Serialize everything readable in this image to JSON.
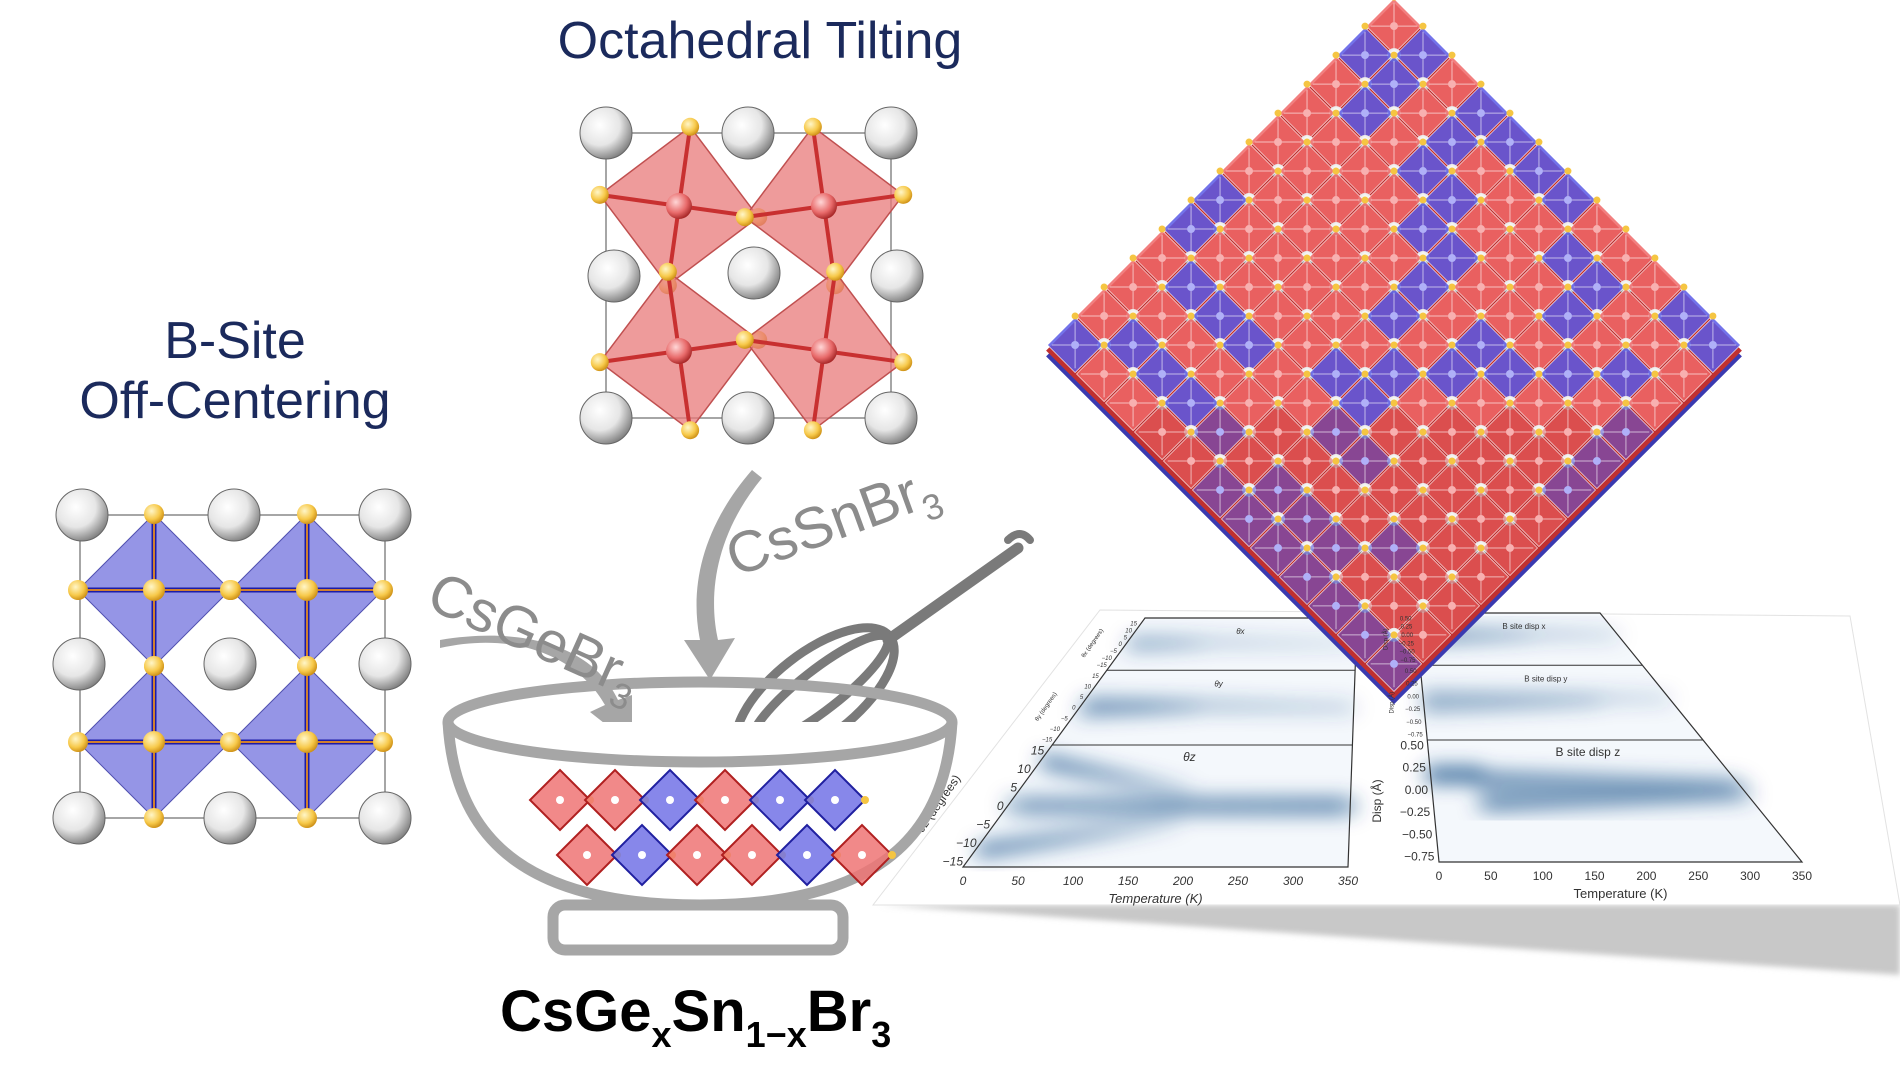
{
  "titles": {
    "octahedral_tilting": "Octahedral Tilting",
    "b_site_line1": "B-Site",
    "b_site_line2": "Off-Centering"
  },
  "precursors": {
    "ge": {
      "base": "CsGeBr",
      "sub": "3"
    },
    "sn": {
      "base": "CsSnBr",
      "sub": "3"
    }
  },
  "formula": {
    "p1": "CsGe",
    "s1": "x",
    "p2": "Sn",
    "s2": "1−x",
    "p3": "Br",
    "s3": "3"
  },
  "colors": {
    "title_navy": "#1b2a5c",
    "octahedra_red": "#e87a7a",
    "octahedra_blue": "#7b7be0",
    "heatmap_blue": "#08407e",
    "arrow_gray": "#a6a6a6"
  },
  "chart_data": [
    {
      "type": "heatmap",
      "xlabel": "Temperature (K)",
      "xlim": [
        0,
        350
      ],
      "xticks": [
        "0",
        "50",
        "100",
        "150",
        "200",
        "250",
        "300",
        "350"
      ],
      "panels": [
        {
          "title": "θx",
          "ylabel": "θx (degrees)",
          "ylim": [
            -15,
            15
          ],
          "yticks": [
            "-15",
            "-10",
            "-5",
            "0",
            "5",
            "10",
            "15"
          ],
          "bands": [
            {
              "t": [
                5,
                350
              ],
              "y": [
                2,
                0
              ],
              "w": 2.5,
              "op": [
                1,
                0.35
              ]
            },
            {
              "t": [
                5,
                120
              ],
              "y": [
                -2,
                0
              ],
              "w": 2,
              "op": [
                0.9,
                0.3
              ]
            }
          ]
        },
        {
          "title": "θy",
          "ylabel": "θy (degrees)",
          "ylim": [
            -15,
            15
          ],
          "yticks": [
            "-15",
            "-10",
            "-5",
            "0",
            "5",
            "10",
            "15"
          ],
          "bands": [
            {
              "t": [
                5,
                350
              ],
              "y": [
                2,
                0
              ],
              "w": 2.5,
              "op": [
                1,
                0.4
              ]
            },
            {
              "t": [
                5,
                150
              ],
              "y": [
                -2,
                0
              ],
              "w": 2.2,
              "op": [
                1,
                0.3
              ]
            }
          ]
        },
        {
          "title": "θz",
          "ylabel": "θz (degrees)",
          "ylim": [
            -15,
            15
          ],
          "yticks": [
            "-15",
            "-10",
            "-5",
            "0",
            "5",
            "10",
            "15"
          ],
          "bands": [
            {
              "t": [
                5,
                180
              ],
              "y": [
                12,
                4
              ],
              "w": 2.5,
              "op": [
                1,
                0.1
              ]
            },
            {
              "t": [
                5,
                180
              ],
              "y": [
                -12,
                -4
              ],
              "w": 2.5,
              "op": [
                1,
                0.1
              ]
            },
            {
              "t": [
                5,
                350
              ],
              "y": [
                0,
                0
              ],
              "w": 4,
              "op": [
                0.5,
                0.6
              ]
            }
          ]
        }
      ]
    },
    {
      "type": "heatmap",
      "xlabel": "Temperature (K)",
      "xlim": [
        0,
        350
      ],
      "xticks": [
        "0",
        "50",
        "100",
        "150",
        "200",
        "250",
        "300",
        "350"
      ],
      "panels": [
        {
          "title": "B site disp x",
          "ylabel": "Disp (Å)",
          "ylim": [
            -0.75,
            0.5
          ],
          "yticks": [
            "-0.75",
            "-0.50",
            "-0.25",
            "0.00",
            "0.25",
            "0.50"
          ],
          "bands": [
            {
              "t": [
                5,
                350
              ],
              "y": [
                0.05,
                0
              ],
              "w": 0.15,
              "op": [
                0.9,
                0.3
              ]
            },
            {
              "t": [
                5,
                200
              ],
              "y": [
                -0.15,
                -0.05
              ],
              "w": 0.12,
              "op": [
                0.8,
                0.2
              ]
            }
          ]
        },
        {
          "title": "B site disp y",
          "ylabel": "Disp (Å)",
          "ylim": [
            -0.75,
            0.5
          ],
          "yticks": [
            "-0.75",
            "-0.50",
            "-0.25",
            "0.00",
            "0.25",
            "0.50"
          ],
          "bands": [
            {
              "t": [
                0,
                350
              ],
              "y": [
                0,
                -0.05
              ],
              "w": 0.09,
              "op": [
                1,
                0.35
              ]
            },
            {
              "t": [
                0,
                250
              ],
              "y": [
                -0.22,
                -0.12
              ],
              "w": 0.09,
              "op": [
                1,
                0.25
              ]
            }
          ]
        },
        {
          "title": "B site disp z",
          "ylabel": "Disp (Å)",
          "ylim": [
            -0.75,
            0.5
          ],
          "yticks": [
            "-0.75",
            "-0.50",
            "-0.25",
            "0.00",
            "0.25",
            "0.50"
          ],
          "bands": [
            {
              "t": [
                0,
                55
              ],
              "y": [
                0.17,
                0.17
              ],
              "w": 0.14,
              "op": [
                1,
                1
              ]
            },
            {
              "t": [
                55,
                350
              ],
              "y": [
                0.12,
                0.05
              ],
              "w": 0.14,
              "op": [
                0.7,
                0.35
              ]
            },
            {
              "t": [
                55,
                350
              ],
              "y": [
                -0.15,
                -0.05
              ],
              "w": 0.14,
              "op": [
                0.75,
                0.35
              ]
            }
          ]
        }
      ]
    }
  ]
}
